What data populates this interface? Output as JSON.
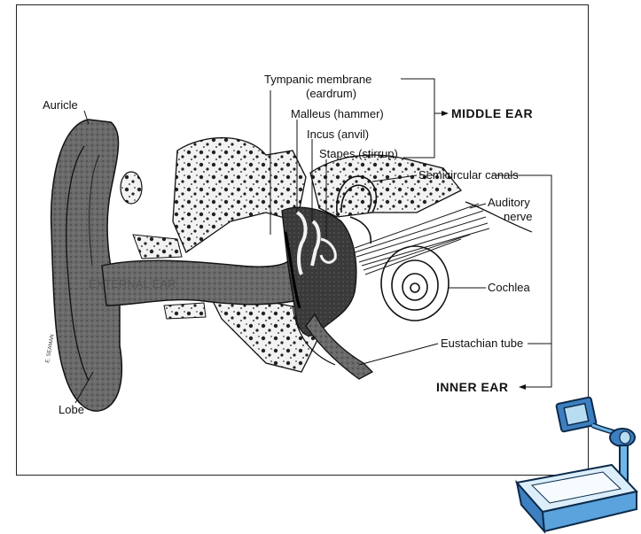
{
  "diagram": {
    "labels": {
      "auricle": "Auricle",
      "lobe": "Lobe",
      "external_ear": "EXTERNAL EAR",
      "tympanic_1": "Tympanic membrane",
      "tympanic_2": "(eardrum)",
      "malleus": "Malleus (hammer)",
      "incus": "Incus (anvil)",
      "stapes": "Stapes (stirrup)",
      "middle_ear": "MIDDLE EAR",
      "semicircular": "Semicircular canals",
      "auditory_1": "Auditory",
      "auditory_2": "nerve",
      "cochlea": "Cochlea",
      "eustachian": "Eustachian tube",
      "inner_ear": "INNER EAR",
      "signature": "E. SEAMAN"
    }
  },
  "clipart": {
    "icon": "overhead-projector-icon"
  }
}
